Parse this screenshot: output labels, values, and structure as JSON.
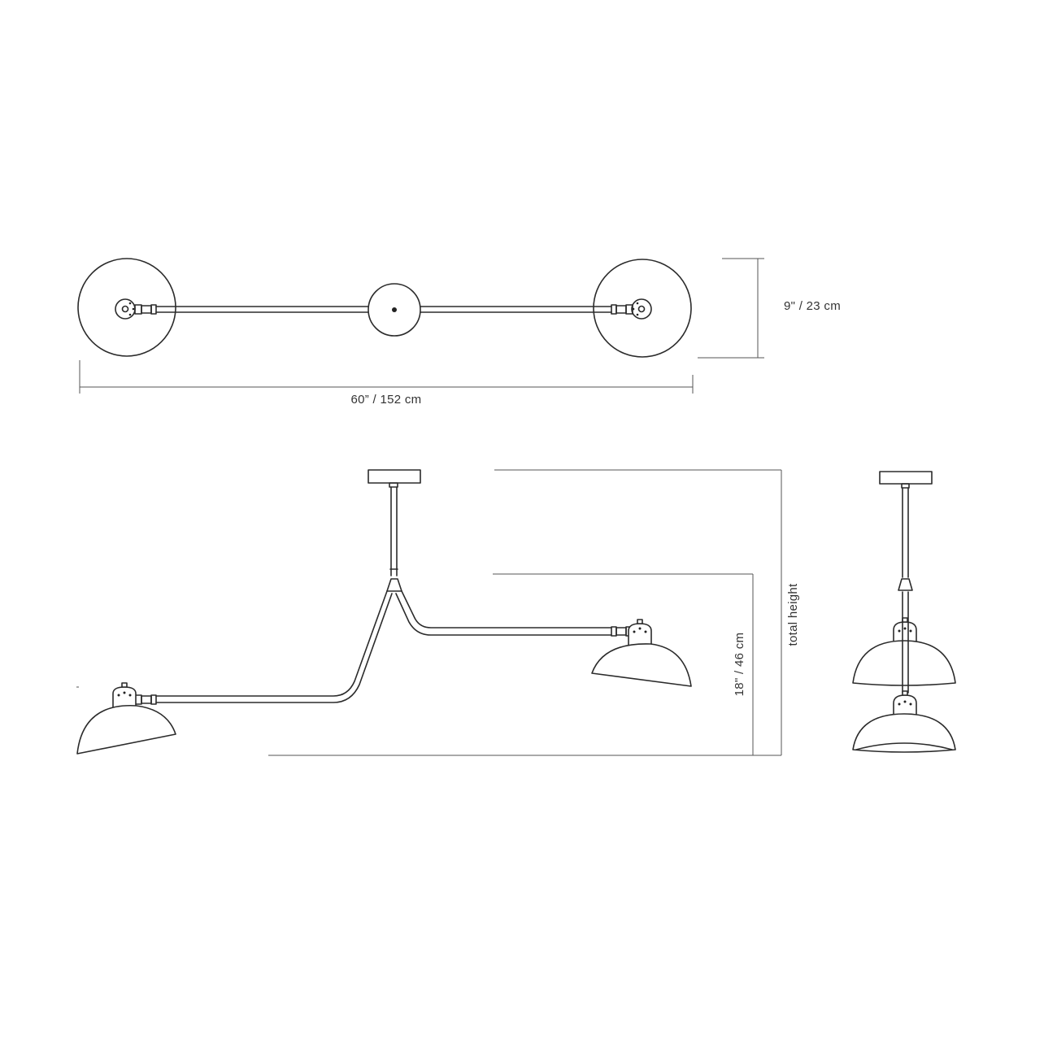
{
  "dimensions": {
    "width_label": "60” / 152 cm",
    "depth_label": "9\" / 23 cm",
    "drop_label": "18\" / 46 cm",
    "height_label": "total height"
  },
  "colors": {
    "line": "#2b2b2b",
    "dimension_line": "#555555",
    "background": "#ffffff"
  }
}
